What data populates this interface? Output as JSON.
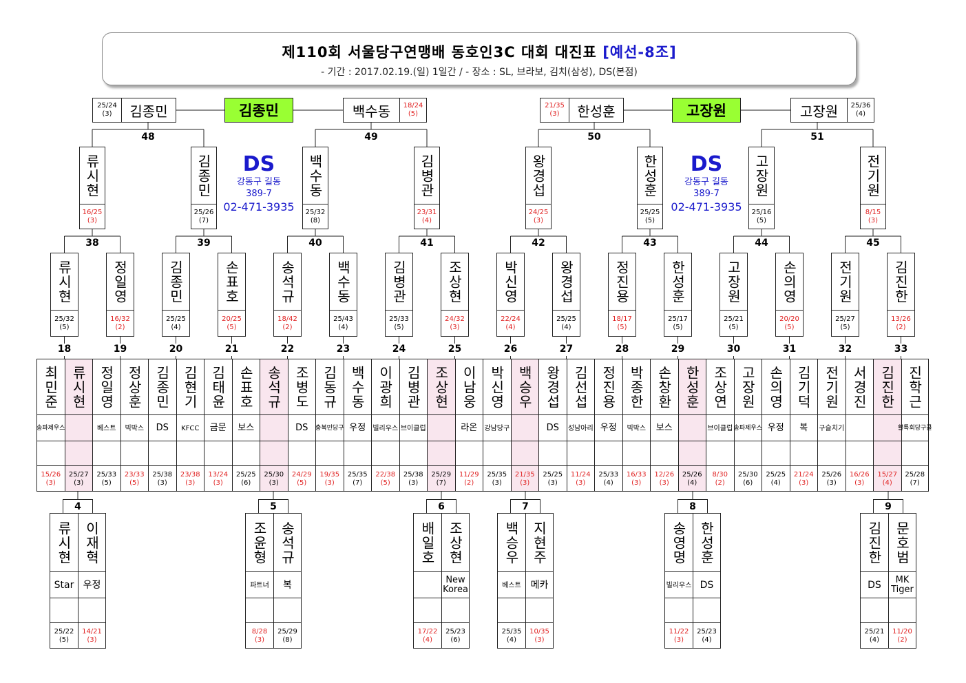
{
  "header": {
    "title": "제110회 서울당구연맹배 동호인3C 대회 대진표",
    "title_suffix": "[예선-8조]",
    "subtitle": "- 기간 : 2017.02.19.(일) 1일간 / - 장소 : SL, 브라보, 김치(삼성), DS(본점)"
  },
  "venue": {
    "label": "DS",
    "address1": "강동구 길동",
    "address2": "389-7",
    "phone": "02-471-3935"
  },
  "finals": [
    {
      "left": {
        "name": "김종민",
        "score": "25/24",
        "inn": "(3)",
        "red": false
      },
      "winner": "김종민",
      "right": {
        "name": "백수동",
        "score": "18/24",
        "inn": "(5)",
        "red": true
      }
    },
    {
      "left": {
        "name": "한성훈",
        "score": "21/35",
        "inn": "(3)",
        "red": true
      },
      "winner": "고장원",
      "right": {
        "name": "고장원",
        "score": "25/36",
        "inn": "(4)",
        "red": false
      }
    }
  ],
  "r3_matches": [
    "48",
    "49",
    "50",
    "51"
  ],
  "r3_players": [
    {
      "name": "류시현",
      "score": "16/25",
      "inn": "(3)",
      "red": true
    },
    {
      "name": "김종민",
      "score": "25/26",
      "inn": "(7)",
      "red": false
    },
    {
      "name": "백수동",
      "score": "25/32",
      "inn": "(8)",
      "red": false
    },
    {
      "name": "김병관",
      "score": "23/31",
      "inn": "(4)",
      "red": true
    },
    {
      "name": "왕경섭",
      "score": "24/25",
      "inn": "(3)",
      "red": true
    },
    {
      "name": "한성훈",
      "score": "25/25",
      "inn": "(5)",
      "red": false
    },
    {
      "name": "고장원",
      "score": "25/16",
      "inn": "(5)",
      "red": false
    },
    {
      "name": "전기원",
      "score": "8/15",
      "inn": "(3)",
      "red": true
    }
  ],
  "r2_matches": [
    "38",
    "39",
    "40",
    "41",
    "42",
    "43",
    "44",
    "45"
  ],
  "r2_players": [
    {
      "name": "류시현",
      "score": "25/32",
      "inn": "(5)",
      "red": false
    },
    {
      "name": "정일영",
      "score": "16/32",
      "inn": "(2)",
      "red": true
    },
    {
      "name": "김종민",
      "score": "25/25",
      "inn": "(4)",
      "red": false
    },
    {
      "name": "손표호",
      "score": "20/25",
      "inn": "(5)",
      "red": true
    },
    {
      "name": "송석규",
      "score": "18/42",
      "inn": "(2)",
      "red": true
    },
    {
      "name": "백수동",
      "score": "25/43",
      "inn": "(4)",
      "red": false
    },
    {
      "name": "김병관",
      "score": "25/33",
      "inn": "(5)",
      "red": false
    },
    {
      "name": "조상현",
      "score": "24/32",
      "inn": "(3)",
      "red": true
    },
    {
      "name": "박신영",
      "score": "22/24",
      "inn": "(4)",
      "red": true
    },
    {
      "name": "왕경섭",
      "score": "25/25",
      "inn": "(4)",
      "red": false
    },
    {
      "name": "정진용",
      "score": "18/17",
      "inn": "(5)",
      "red": true
    },
    {
      "name": "한성훈",
      "score": "25/17",
      "inn": "(5)",
      "red": false
    },
    {
      "name": "고장원",
      "score": "25/21",
      "inn": "(5)",
      "red": false
    },
    {
      "name": "손의영",
      "score": "20/20",
      "inn": "(5)",
      "red": true
    },
    {
      "name": "전기원",
      "score": "25/27",
      "inn": "(5)",
      "red": false
    },
    {
      "name": "김진한",
      "score": "13/26",
      "inn": "(2)",
      "red": true
    }
  ],
  "r1_matches": [
    "18",
    "19",
    "20",
    "21",
    "22",
    "23",
    "24",
    "25",
    "26",
    "27",
    "28",
    "29",
    "30",
    "31",
    "32",
    "33"
  ],
  "r1_players": [
    {
      "name": "최민준",
      "club": "송파제우스",
      "score": "15/26",
      "inn": "(3)",
      "red": true,
      "pink": false
    },
    {
      "name": "류시현",
      "club": "",
      "score": "25/27",
      "inn": "(3)",
      "red": false,
      "pink": true
    },
    {
      "name": "정일영",
      "club": "베스트",
      "score": "25/33",
      "inn": "(5)",
      "red": false,
      "pink": false
    },
    {
      "name": "정상훈",
      "club": "빅박스",
      "score": "23/33",
      "inn": "(5)",
      "red": true,
      "pink": false
    },
    {
      "name": "김종민",
      "club": "DS",
      "score": "25/38",
      "inn": "(3)",
      "red": false,
      "pink": false
    },
    {
      "name": "김현기",
      "club": "KFCC",
      "score": "23/38",
      "inn": "(3)",
      "red": true,
      "pink": false
    },
    {
      "name": "김태윤",
      "club": "금문",
      "score": "13/24",
      "inn": "(3)",
      "red": true,
      "pink": false
    },
    {
      "name": "손표호",
      "club": "보스",
      "score": "25/25",
      "inn": "(6)",
      "red": false,
      "pink": false
    },
    {
      "name": "송석규",
      "club": "",
      "score": "25/30",
      "inn": "(3)",
      "red": false,
      "pink": true
    },
    {
      "name": "조병도",
      "club": "DS",
      "score": "24/29",
      "inn": "(5)",
      "red": true,
      "pink": false
    },
    {
      "name": "김동규",
      "club": "충북민당구",
      "score": "19/35",
      "inn": "(3)",
      "red": true,
      "pink": false
    },
    {
      "name": "백수동",
      "club": "우정",
      "score": "25/35",
      "inn": "(7)",
      "red": false,
      "pink": false
    },
    {
      "name": "이광희",
      "club": "빌리우스",
      "score": "22/38",
      "inn": "(5)",
      "red": true,
      "pink": false
    },
    {
      "name": "김병관",
      "club": "브이클럽",
      "score": "25/38",
      "inn": "(3)",
      "red": false,
      "pink": false
    },
    {
      "name": "조상현",
      "club": "",
      "score": "25/29",
      "inn": "(7)",
      "red": false,
      "pink": true
    },
    {
      "name": "이남웅",
      "club": "라온",
      "score": "11/29",
      "inn": "(2)",
      "red": true,
      "pink": false
    },
    {
      "name": "박신영",
      "club": "강남당구",
      "score": "25/35",
      "inn": "(3)",
      "red": false,
      "pink": false
    },
    {
      "name": "백승우",
      "club": "",
      "score": "21/35",
      "inn": "(3)",
      "red": true,
      "pink": true
    },
    {
      "name": "왕경섭",
      "club": "DS",
      "score": "25/25",
      "inn": "(3)",
      "red": false,
      "pink": false
    },
    {
      "name": "김선섭",
      "club": "성남아리",
      "score": "11/24",
      "inn": "(3)",
      "red": true,
      "pink": false
    },
    {
      "name": "정진용",
      "club": "우정",
      "score": "25/33",
      "inn": "(4)",
      "red": false,
      "pink": false
    },
    {
      "name": "박종한",
      "club": "빅박스",
      "score": "16/33",
      "inn": "(3)",
      "red": true,
      "pink": false
    },
    {
      "name": "손창환",
      "club": "보스",
      "score": "12/26",
      "inn": "(3)",
      "red": true,
      "pink": false
    },
    {
      "name": "한성훈",
      "club": "",
      "score": "25/26",
      "inn": "(4)",
      "red": false,
      "pink": true
    },
    {
      "name": "조상연",
      "club": "브이클럽",
      "score": "8/30",
      "inn": "(2)",
      "red": true,
      "pink": false
    },
    {
      "name": "고장원",
      "club": "송파제우스",
      "score": "25/30",
      "inn": "(6)",
      "red": false,
      "pink": false
    },
    {
      "name": "손의영",
      "club": "우정",
      "score": "25/25",
      "inn": "(4)",
      "red": false,
      "pink": false
    },
    {
      "name": "김기덕",
      "club": "복",
      "score": "21/24",
      "inn": "(3)",
      "red": true,
      "pink": false
    },
    {
      "name": "전기원",
      "club": "구슬치기",
      "score": "25/26",
      "inn": "(3)",
      "red": false,
      "pink": false
    },
    {
      "name": "서경진",
      "club": "",
      "score": "16/26",
      "inn": "(3)",
      "red": true,
      "pink": false
    },
    {
      "name": "김진한",
      "club": "",
      "score": "15/27",
      "inn": "(4)",
      "red": true,
      "pink": true
    },
    {
      "name": "진학근",
      "club": "활특회당구클",
      "score": "25/28",
      "inn": "(7)",
      "red": false,
      "pink": false
    }
  ],
  "prelims": [
    {
      "num": "4",
      "players": [
        {
          "name": "류시현",
          "club": "Star",
          "score": "25/22",
          "inn": "(5)",
          "red": false
        },
        {
          "name": "이재혁",
          "club": "우정",
          "score": "14/21",
          "inn": "(3)",
          "red": true
        }
      ]
    },
    {
      "num": "5",
      "players": [
        {
          "name": "조윤형",
          "club": "파트너",
          "score": "8/28",
          "inn": "(3)",
          "red": true
        },
        {
          "name": "송석규",
          "club": "복",
          "score": "25/29",
          "inn": "(8)",
          "red": false
        }
      ]
    },
    {
      "num": "6",
      "players": [
        {
          "name": "배일호",
          "club": "",
          "score": "17/22",
          "inn": "(4)",
          "red": true
        },
        {
          "name": "조상현",
          "club": "New Korea",
          "score": "25/23",
          "inn": "(6)",
          "red": false
        }
      ]
    },
    {
      "num": "7",
      "players": [
        {
          "name": "백승우",
          "club": "베스트",
          "score": "25/35",
          "inn": "(4)",
          "red": false
        },
        {
          "name": "지현주",
          "club": "메카",
          "score": "10/35",
          "inn": "(3)",
          "red": true
        }
      ]
    },
    {
      "num": "8",
      "players": [
        {
          "name": "송영명",
          "club": "빌리우스",
          "score": "11/22",
          "inn": "(3)",
          "red": true
        },
        {
          "name": "한성훈",
          "club": "DS",
          "score": "25/23",
          "inn": "(4)",
          "red": false
        }
      ]
    },
    {
      "num": "9",
      "players": [
        {
          "name": "김진한",
          "club": "DS",
          "score": "25/21",
          "inn": "(4)",
          "red": false
        },
        {
          "name": "문호범",
          "club": "MK Tiger",
          "score": "11/20",
          "inn": "(2)",
          "red": true
        }
      ]
    }
  ]
}
